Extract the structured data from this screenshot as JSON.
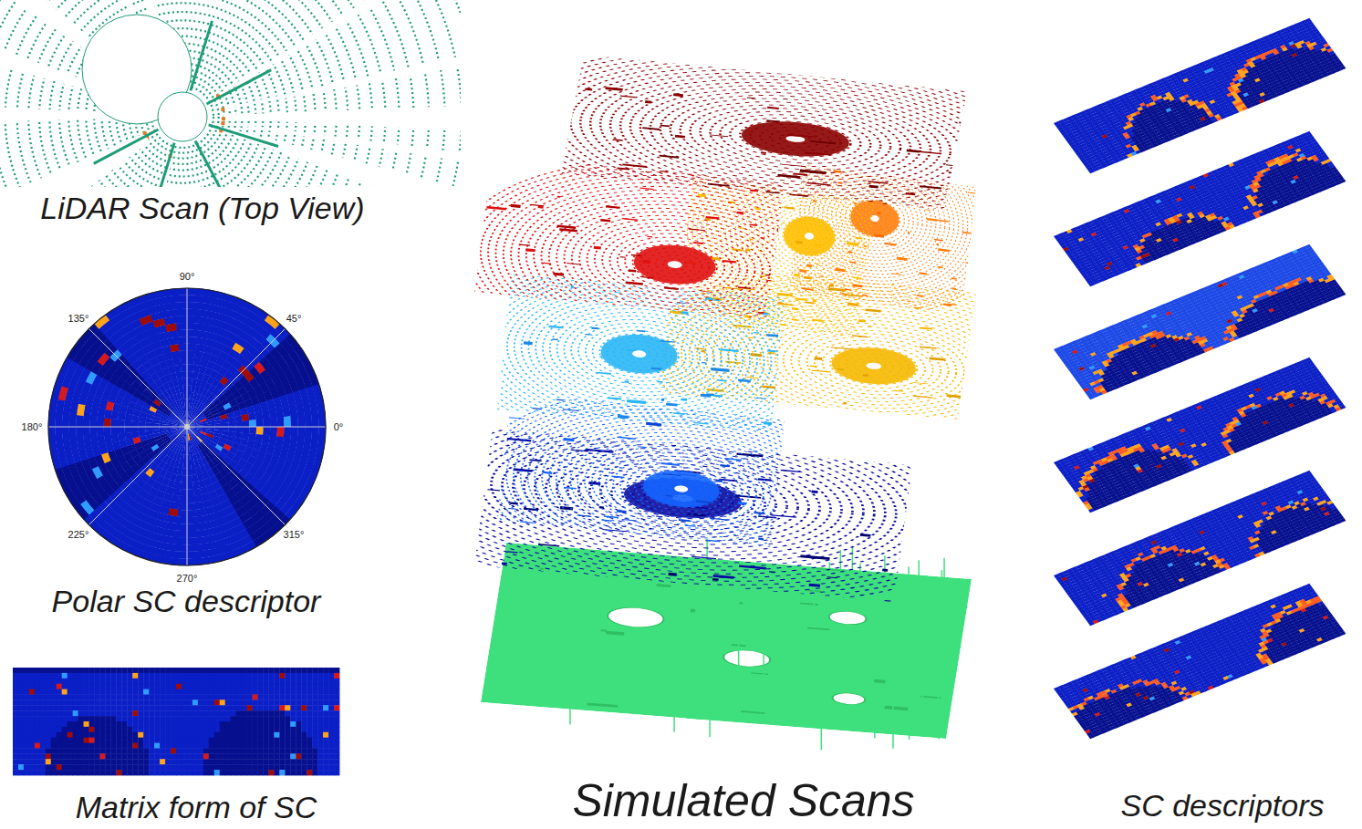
{
  "diagram": {
    "labels": [
      "LiDAR Scan (Top View)",
      "90°",
      "135°",
      "45°",
      "180°",
      "0°",
      "225°",
      "315°",
      "270°",
      "Polar SC descriptor",
      "Matrix form of SC",
      "Simulated Scans",
      "SC descriptors"
    ]
  }
}
